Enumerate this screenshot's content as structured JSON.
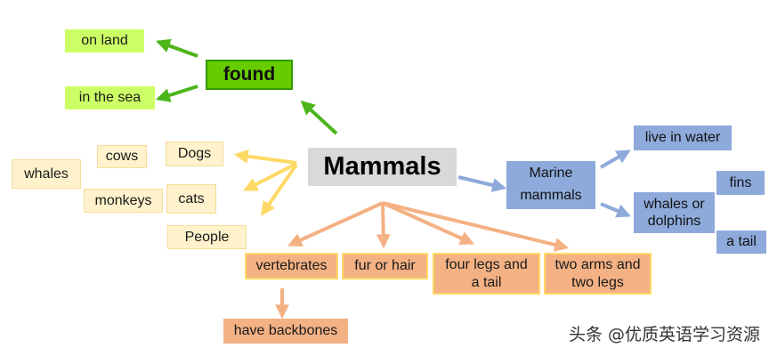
{
  "colors": {
    "green_arrow": "#4cb51a",
    "yellow_arrow": "#ffd966",
    "blue_arrow": "#8eaadb",
    "orange_arrow": "#f4b183"
  },
  "nodes": {
    "center": "Mammals",
    "found": "found",
    "on_land": "on land",
    "in_the_sea": "in the sea",
    "cows": "cows",
    "dogs": "Dogs",
    "whales": "whales",
    "monkeys": "monkeys",
    "cats": "cats",
    "people": "People",
    "marine_mammals_line1": "Marine",
    "marine_mammals_line2": "mammals",
    "live_in_water": "live in water",
    "whales_or_dolphins_line1": "whales or",
    "whales_or_dolphins_line2": "dolphins",
    "fins": "fins",
    "a_tail": "a tail",
    "vertebrates": "vertebrates",
    "fur_or_hair": "fur or hair",
    "four_legs_line1": "four legs and",
    "four_legs_line2": "a tail",
    "two_arms_line1": "two arms and",
    "two_arms_line2": "two legs",
    "have_backbones": "have backbones"
  },
  "watermark": "头条 @优质英语学习资源"
}
